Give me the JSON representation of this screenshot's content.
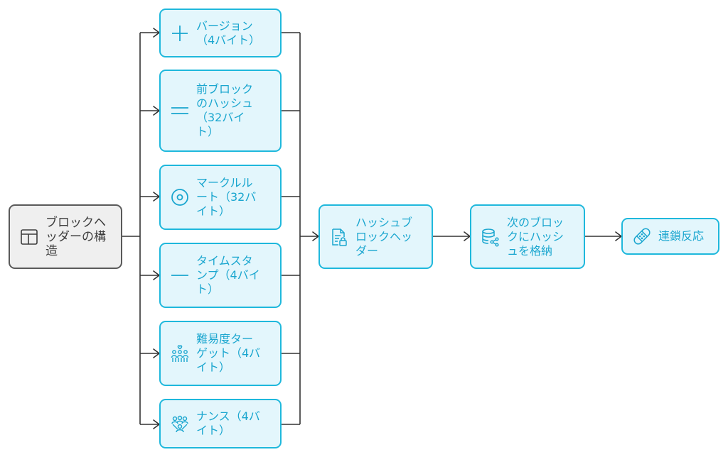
{
  "diagram": {
    "root": {
      "label": "ブロックヘ\nッダーの構\n造",
      "icon": "table-layout-icon"
    },
    "fields": [
      {
        "id": "version",
        "label": "バージョン\n（4バイト）",
        "icon": "plus-icon"
      },
      {
        "id": "prev-hash",
        "label": "前ブロック\nのハッシュ\n（32バイ\nト）",
        "icon": "equals-icon"
      },
      {
        "id": "merkle-root",
        "label": "マークルル\nート（32バ\nイト）",
        "icon": "disc-icon"
      },
      {
        "id": "timestamp",
        "label": "タイムスタ\nンプ（4バイ\nト）",
        "icon": "minus-icon"
      },
      {
        "id": "difficulty",
        "label": "難易度ター\nゲット（4バ\nイト）",
        "icon": "people-heart-icon"
      },
      {
        "id": "nonce",
        "label": "ナンス（4バ\nイト）",
        "icon": "people-network-icon"
      }
    ],
    "flow": [
      {
        "id": "hash-header",
        "label": "ハッシュブ\nロックヘッ\nダー",
        "icon": "document-lock-icon"
      },
      {
        "id": "store-hash",
        "label": "次のブロッ\nクにハッシ\nュを格納",
        "icon": "database-share-icon"
      },
      {
        "id": "chain-reaction",
        "label": "連鎖反応",
        "icon": "bandage-icon"
      }
    ],
    "colors": {
      "node_fill": "#e3f6fc",
      "node_border": "#1fb8dc",
      "node_text": "#1aa6cf",
      "root_fill": "#efefef",
      "root_border": "#5a5a5a",
      "connector": "#333333"
    }
  }
}
